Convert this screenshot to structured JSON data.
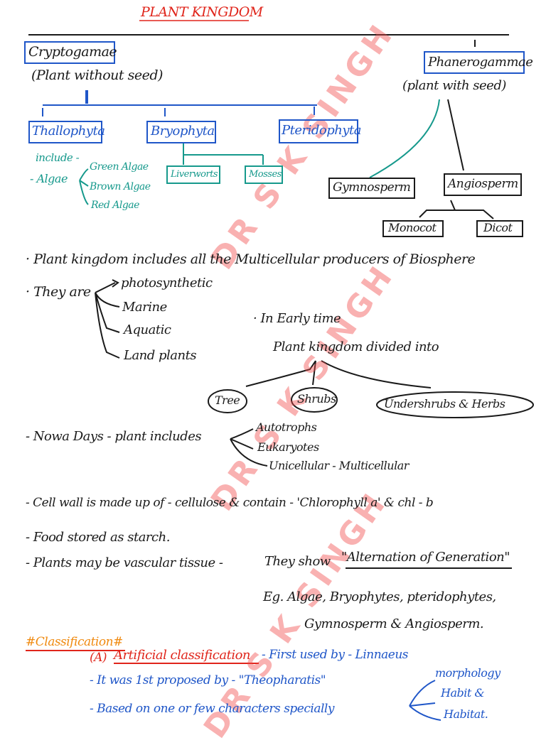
{
  "title": "PLANT KINGDOM",
  "tree": {
    "crypto": "Cryptogamae",
    "crypto_sub": "(Plant without seed)",
    "phanero": "Phanerogammae",
    "phanero_sub": "(plant with seed)",
    "thallo": "Thallophyta",
    "bryo": "Bryophyta",
    "pterido": "Pteridophyta",
    "include": "include -",
    "algae": "- Algae",
    "green": "Green Algae",
    "brown": "Brown Algae",
    "red": "Red Algae",
    "liver": "Liverworts",
    "mosses": "Mosses",
    "gymno": "Gymnosperm",
    "angio": "Angiosperm",
    "monocot": "Monocot",
    "dicot": "Dicot"
  },
  "notes": {
    "line1": "· Plant kingdom includes all the Multicellular producers of Biosphere",
    "they_are": "· They are",
    "photo": "photosynthetic",
    "marine": "Marine",
    "aquatic": "Aquatic",
    "land": "Land plants",
    "early": "· In Early time",
    "divided": "Plant kingdom divided into",
    "tree": "Tree",
    "shrubs": "Shrubs",
    "under": "Undershrubs & Herbs",
    "nowa": "- Nowa Days - plant includes",
    "auto": "Autotrophs",
    "euk": "Eukaryotes",
    "uni": "Unicellular - Multicellular",
    "cell": "- Cell wall is made up of - cellulose & contain - 'Chlorophyll a' & chl - b",
    "food": "- Food stored as starch.",
    "vasc": "- Plants may be vascular tissue -",
    "show": "They show",
    "alt": "\"Alternation of Generation\"",
    "eg": "Eg. Algae, Bryophytes, pteridophytes,",
    "gym": "Gymnosperm & Angiosperm."
  },
  "classification": {
    "heading": "#Classification#",
    "a": "(A)",
    "artificial": "Artificial classification",
    "first": "- First used by - Linnaeus",
    "prop": "- It was 1st proposed by - \"Theopharatis\"",
    "based": "- Based on one or few characters specially",
    "morph": "morphology",
    "habit": "Habit &",
    "habitat": "Habitat."
  },
  "watermark": "DR S K SINGH",
  "colors": {
    "ink": "#1a1a1a",
    "blue": "#1f56c8",
    "teal": "#16998c",
    "red": "#e0251b",
    "orange": "#f08a10"
  }
}
